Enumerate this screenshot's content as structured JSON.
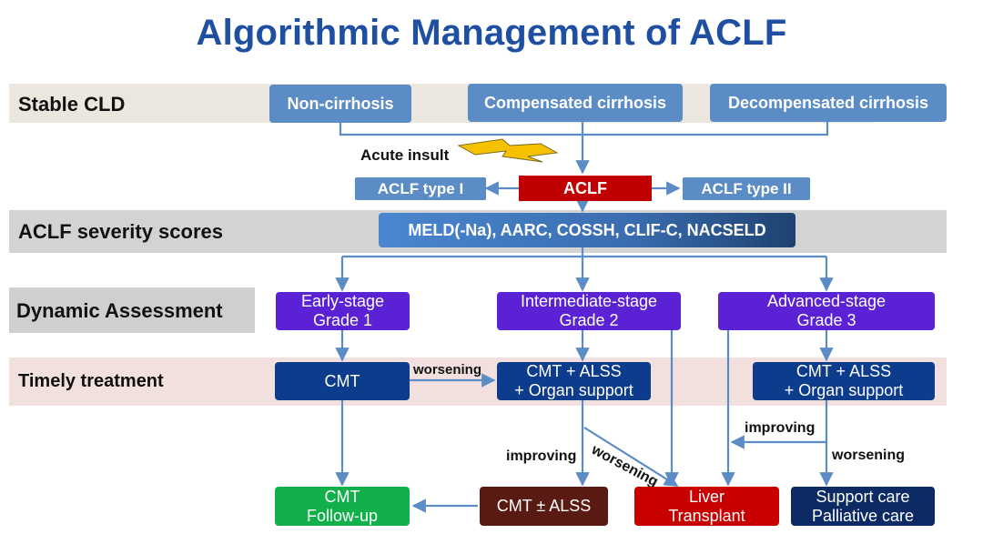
{
  "title": "Algorithmic Management of ACLF",
  "bands": {
    "stable": "Stable CLD",
    "severity": "ACLF severity scores",
    "dynamic": "Dynamic Assessment",
    "timely": "Timely treatment"
  },
  "cld": {
    "non_cirrhosis": "Non-cirrhosis",
    "compensated": "Compensated cirrhosis",
    "decompensated": "Decompensated cirrhosis"
  },
  "insult": "Acute insult",
  "aclf": {
    "center": "ACLF",
    "type1": "ACLF type I",
    "type2": "ACLF type II"
  },
  "scores": "MELD(-Na), AARC, COSSH, CLIF-C,  NACSELD",
  "grades": {
    "early_l1": "Early-stage",
    "early_l2": "Grade 1",
    "inter_l1": "Intermediate-stage",
    "inter_l2": "Grade 2",
    "adv_l1": "Advanced-stage",
    "adv_l2": "Grade 3"
  },
  "treatment": {
    "cmt": "CMT",
    "mid_l1": "CMT + ALSS",
    "mid_l2": "+ Organ support",
    "right_l1": "CMT + ALSS",
    "right_l2": "+ Organ support"
  },
  "outcomes": {
    "followup_l1": "CMT",
    "followup_l2": "Follow-up",
    "cmt_alss": "CMT ± ALSS",
    "liver_l1": "Liver",
    "liver_l2": "Transplant",
    "support_l1": "Support care",
    "support_l2": "Palliative care"
  },
  "edges": {
    "worsening_top": "worsening",
    "improving_left": "improving",
    "worsening_diag": "worsening",
    "improving_right": "improving",
    "worsening_right": "worsening"
  },
  "colors": {
    "title": "#1f4fa0",
    "arrow": "#5b8cc5",
    "band_stable": "#ebe7df",
    "band_severity": "#d3d3d3",
    "band_timely": "#f1e0de"
  }
}
